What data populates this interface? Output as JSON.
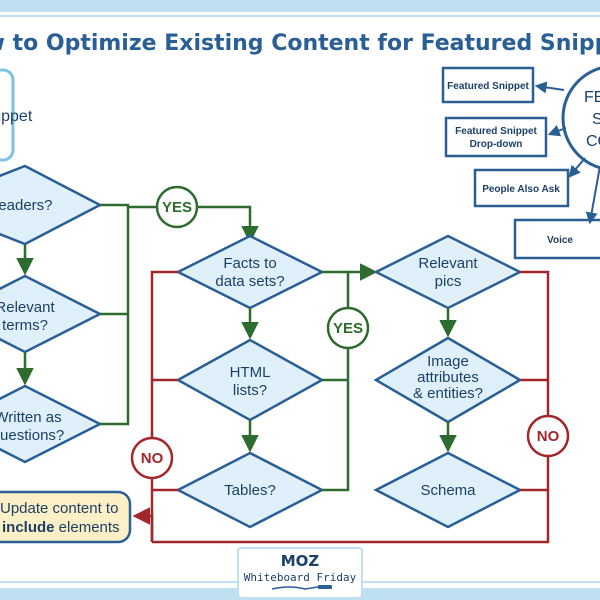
{
  "title": "How to Optimize Existing Content for Featured Snippets",
  "start_node": {
    "line1": "Snippet"
  },
  "decisions_left": {
    "headers": "Headers?",
    "relevant_terms": [
      "Relevant",
      "terms?"
    ],
    "written_questions": [
      "Written as",
      "questions?"
    ]
  },
  "decisions_middle": {
    "facts": [
      "Facts to",
      "data sets?"
    ],
    "html_lists": [
      "HTML",
      "lists?"
    ],
    "tables": "Tables?"
  },
  "decisions_right": {
    "relevant_pics": [
      "Relevant",
      "pics"
    ],
    "image_attributes": [
      "Image",
      "attributes",
      "& entities?"
    ],
    "schema": "Schema"
  },
  "labels": {
    "yes": "YES",
    "no": "NO"
  },
  "update_box": {
    "line1": "Update content to",
    "line2_bold": "include",
    "line2_rest": " elements"
  },
  "serp_types": {
    "featured_snippet": "Featured Snippet",
    "featured_snippet_dropdown": [
      "Featured Snippet",
      "Drop-down"
    ],
    "people_also_ask": "People Also Ask",
    "voice": "Voice",
    "hub_text": [
      "FEATURED",
      "SNIPPET",
      "CONTENT"
    ]
  },
  "branding": {
    "logo": "MOZ",
    "show": "Whiteboard Friday"
  },
  "colors": {
    "blue": "#2a5f96",
    "blue_dark": "#1c3f66",
    "diamond_fill": "#dff0fa",
    "green": "#2e6b2e",
    "red": "#a3262b",
    "update_fill": "#fdf0c6",
    "frame": "#bfe0f0"
  }
}
